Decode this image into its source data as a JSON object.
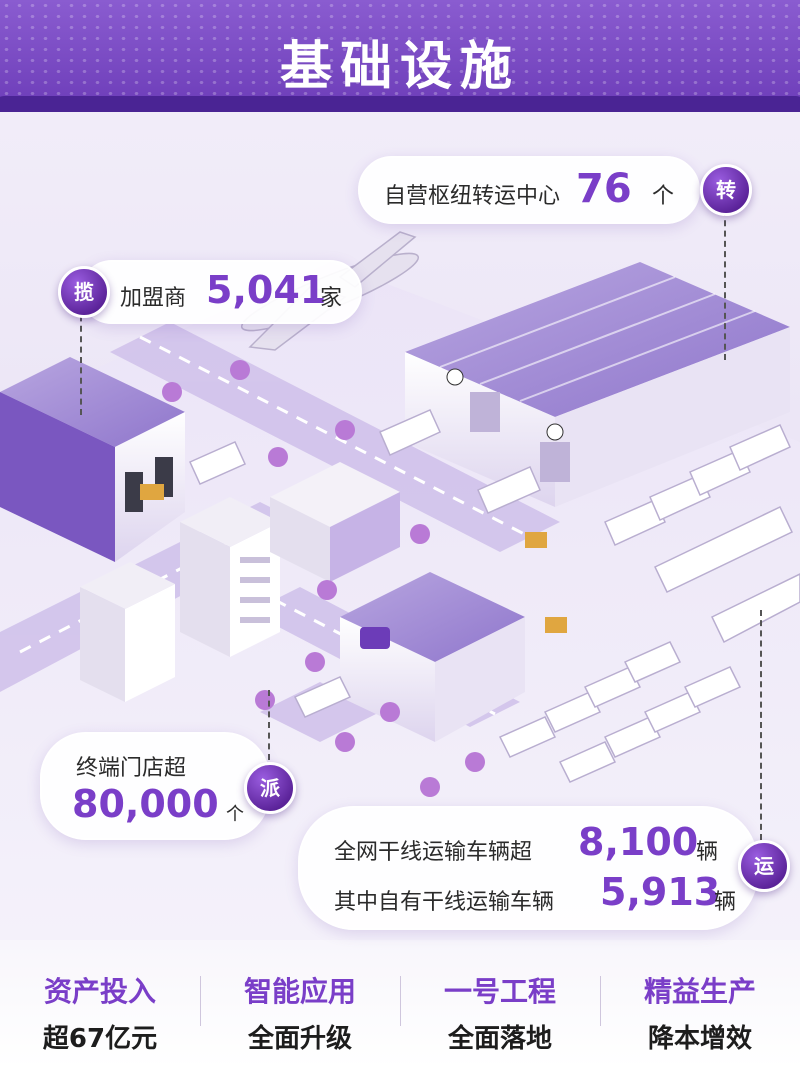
{
  "header": {
    "title": "基础设施"
  },
  "callouts": {
    "hub": {
      "prefix": "自营枢纽转运中心",
      "value": "76",
      "unit": "个",
      "badge": "转"
    },
    "franchise": {
      "prefix": "加盟商",
      "value": "5,041",
      "unit": "家",
      "badge": "揽"
    },
    "stores": {
      "line1": "终端门店超",
      "value": "80,000",
      "unit": "个",
      "badge": "派"
    },
    "trunk": {
      "line1_prefix": "全网干线运输车辆超",
      "line1_value": "8,100",
      "line1_unit": "辆",
      "line2_prefix": "其中自有干线运输车辆",
      "line2_value": "5,913",
      "line2_unit": "辆",
      "badge": "运"
    }
  },
  "features": [
    {
      "title": "资产投入",
      "subtitle": "超67亿元"
    },
    {
      "title": "智能应用",
      "subtitle": "全面升级"
    },
    {
      "title": "一号工程",
      "subtitle": "全面落地"
    },
    {
      "title": "精益生产",
      "subtitle": "降本增效"
    }
  ],
  "colors": {
    "brand": "#7a3ec8",
    "header": "#6c3cb8",
    "badge": "#5a2298"
  }
}
